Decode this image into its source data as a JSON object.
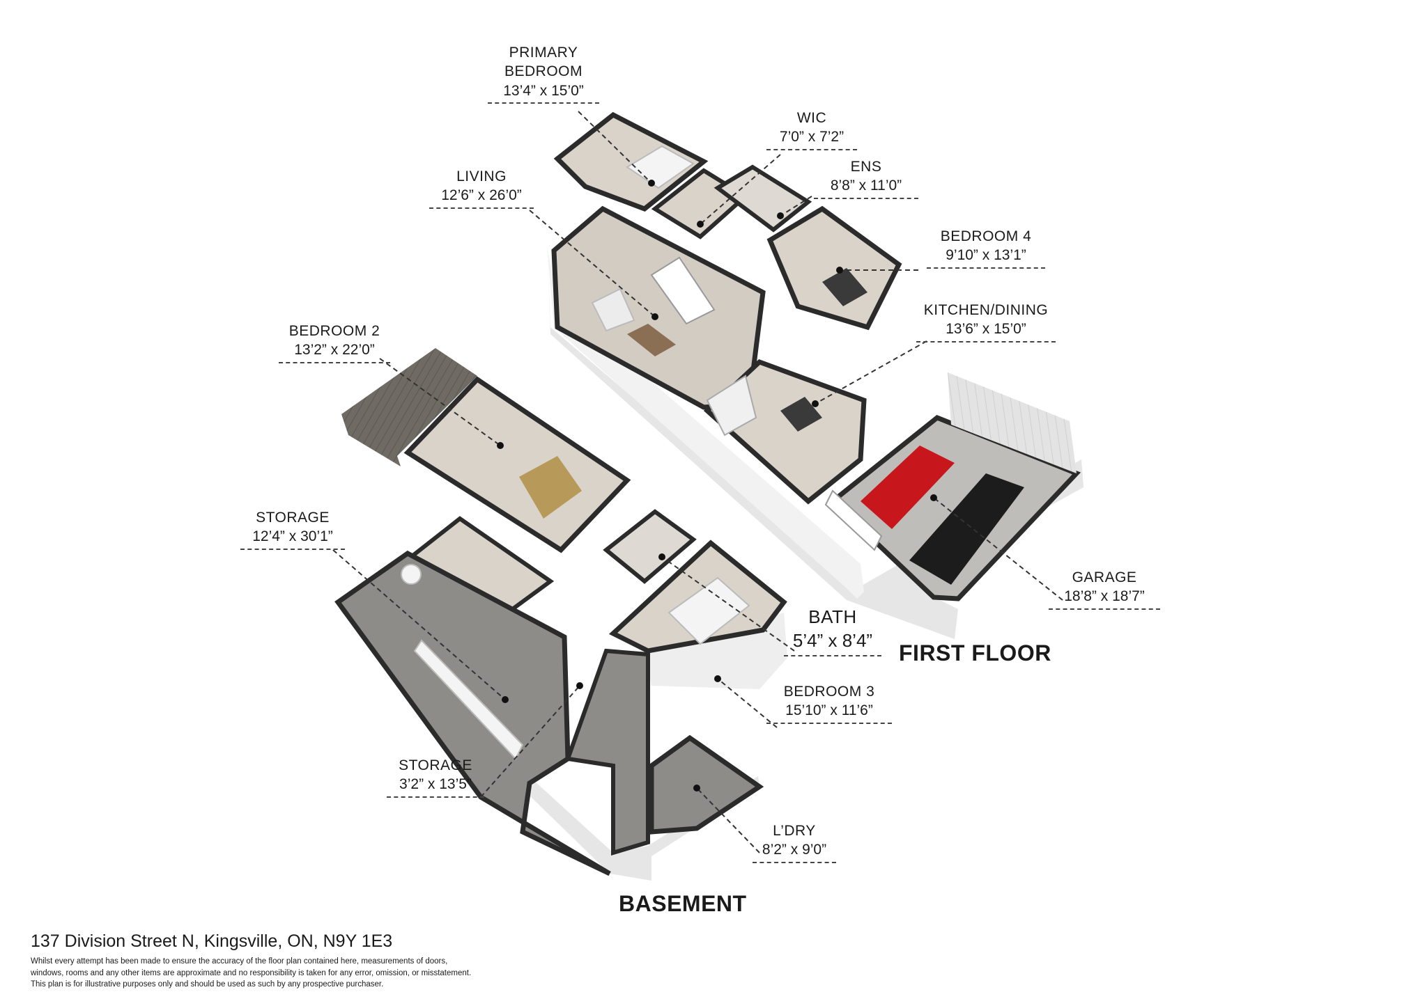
{
  "floors": {
    "first": {
      "title": "FIRST FLOOR",
      "rooms": {
        "primary_bedroom": {
          "name": "PRIMARY BEDROOM",
          "dim": "13’4” x 15’0”"
        },
        "wic": {
          "name": "WIC",
          "dim": "7’0” x 7’2”"
        },
        "ens": {
          "name": "ENS",
          "dim": "8’8” x 11’0”"
        },
        "bedroom_4": {
          "name": "BEDROOM 4",
          "dim": "9’10” x 13’1”"
        },
        "living": {
          "name": "LIVING",
          "dim": "12’6” x 26’0”"
        },
        "kitchen_dining": {
          "name": "KITCHEN/DINING",
          "dim": "13’6” x 15’0”"
        },
        "garage": {
          "name": "GARAGE",
          "dim": "18’8” x 18’7”"
        }
      }
    },
    "basement": {
      "title": "BASEMENT",
      "rooms": {
        "bedroom_2": {
          "name": "BEDROOM 2",
          "dim": "13’2” x 22’0”"
        },
        "storage_large": {
          "name": "STORAGE",
          "dim": "12’4” x 30’1”"
        },
        "bath": {
          "name": "BATH",
          "dim": "5’4” x 8’4”"
        },
        "bedroom_3": {
          "name": "BEDROOM 3",
          "dim": "15’10” x 11’6”"
        },
        "storage_small": {
          "name": "STORAGE",
          "dim": "3’2” x 13’5”"
        },
        "laundry": {
          "name": "L’DRY",
          "dim": "8’2” x 9’0”"
        }
      }
    }
  },
  "footer": {
    "address": "137 Division Street N, Kingsville, ON, N9Y 1E3",
    "disclaimer_1": "Whilst every attempt has been made to ensure the accuracy of the floor plan contained here, measurements of doors,",
    "disclaimer_2": "windows, rooms and any other items are approximate and no responsibility is taken for any error, omission, or misstatement.",
    "disclaimer_3": "This plan is for illustrative purposes only and should be used as such by any prospective purchaser."
  },
  "colors": {
    "floor": "#d9d3ca",
    "concrete": "#8e8c89",
    "wall_top": "#2b2b2b",
    "wall_side": "#e8e8e8",
    "car_red": "#c8161d",
    "car_black": "#1c1c1c"
  }
}
